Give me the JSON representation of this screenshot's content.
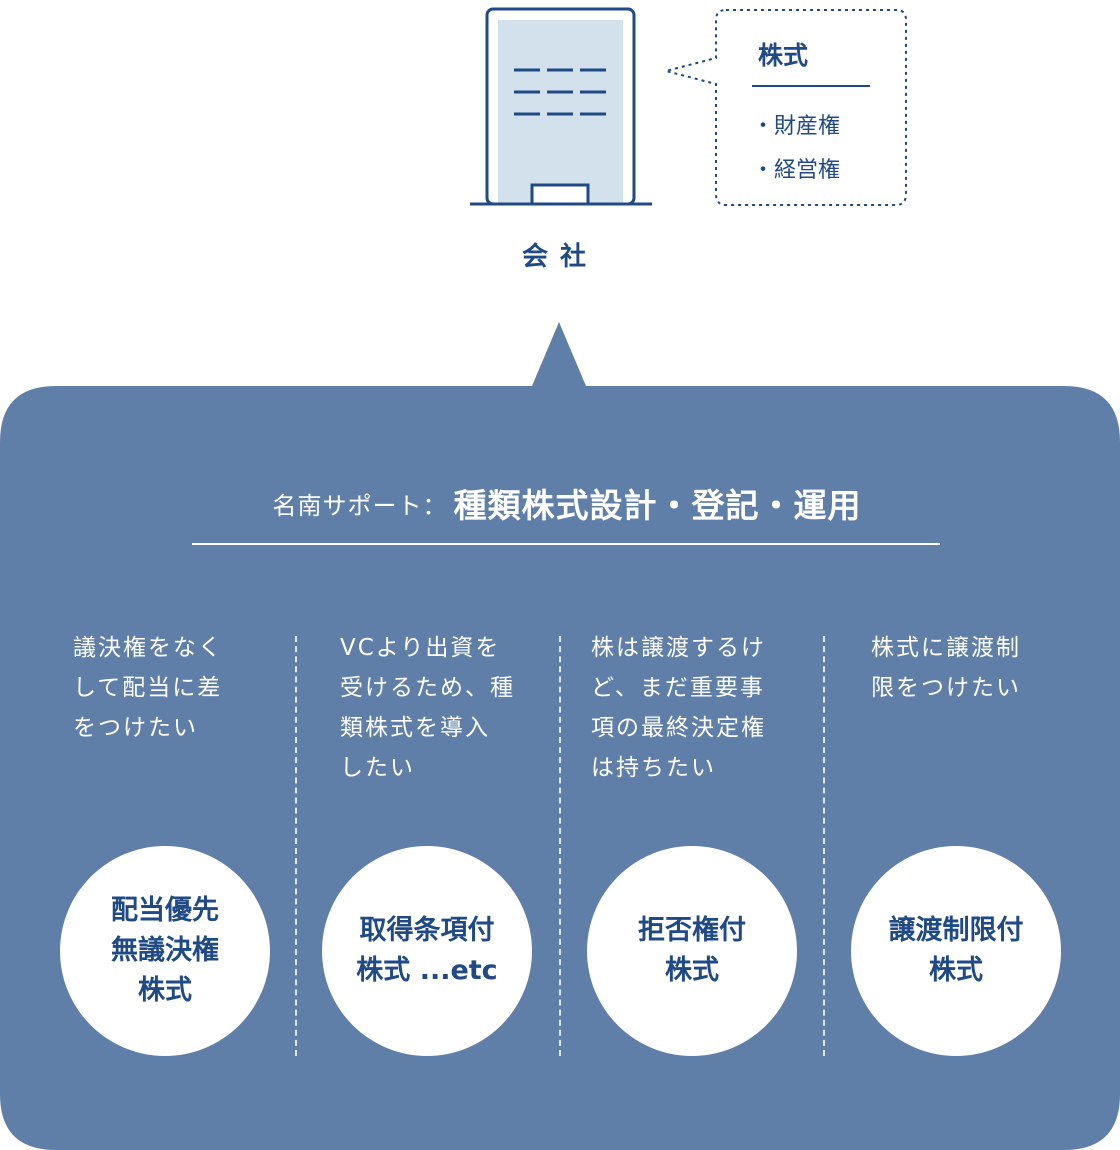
{
  "company": {
    "label": "会社",
    "bubble": {
      "title": "株式",
      "items": [
        "・財産権",
        "・経営権"
      ]
    }
  },
  "support": {
    "prefix": "名南サポート：",
    "title": "種類株式設計・登記・運用",
    "columns": [
      {
        "need": "議決権をなく\nして配当に差\nをつけたい",
        "type": "配当優先\n無議決権\n株式"
      },
      {
        "need": "VCより出資を\n受けるため、種\n類株式を導入\nしたい",
        "type": "取得条項付\n株式 ...etc"
      },
      {
        "need": "株は譲渡するけ\nど、まだ重要事\n項の最終決定権\nは持ちたい",
        "type": "拒否権付\n株式"
      },
      {
        "need": "株式に譲渡制\n限をつけたい",
        "type": "譲渡制限付\n株式"
      }
    ]
  },
  "colors": {
    "panel": "#5f7fa9",
    "navy": "#1f4a85",
    "building_fill": "#d3e1ec",
    "white": "#ffffff"
  }
}
